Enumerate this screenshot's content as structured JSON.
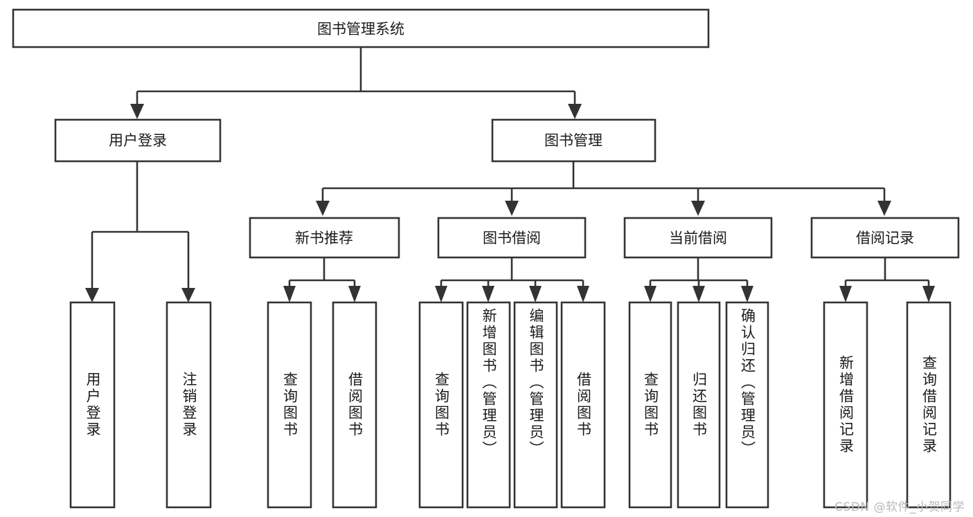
{
  "diagram": {
    "title": "图书管理系统",
    "type": "tree",
    "watermark": "CSDN @软件_小贺同学",
    "root": {
      "id": "root",
      "label": "图书管理系统",
      "orientation": "horizontal"
    },
    "level2": [
      {
        "id": "user-login",
        "label": "用户登录",
        "orientation": "horizontal"
      },
      {
        "id": "book-manage",
        "label": "图书管理",
        "orientation": "horizontal"
      }
    ],
    "level3": [
      {
        "id": "new-book-rec",
        "label": "新书推荐",
        "parent": "book-manage",
        "orientation": "horizontal"
      },
      {
        "id": "book-borrow",
        "label": "图书借阅",
        "parent": "book-manage",
        "orientation": "horizontal"
      },
      {
        "id": "current-borrow",
        "label": "当前借阅",
        "parent": "book-manage",
        "orientation": "horizontal"
      },
      {
        "id": "borrow-record",
        "label": "借阅记录",
        "parent": "book-manage",
        "orientation": "horizontal"
      }
    ],
    "leaves": [
      {
        "id": "leaf-user-login",
        "label": "用户登录",
        "parent": "user-login",
        "orientation": "vertical"
      },
      {
        "id": "leaf-user-logout",
        "label": "注销登录",
        "parent": "user-login",
        "orientation": "vertical"
      },
      {
        "id": "leaf-query-book-rec",
        "label": "查询图书",
        "parent": "new-book-rec",
        "orientation": "vertical"
      },
      {
        "id": "leaf-borrow-book-rec",
        "label": "借阅图书",
        "parent": "new-book-rec",
        "orientation": "vertical"
      },
      {
        "id": "leaf-query-book-borrow",
        "label": "查询图书",
        "parent": "book-borrow",
        "orientation": "vertical"
      },
      {
        "id": "leaf-add-book",
        "label": "新增图书（管理员）",
        "parent": "book-borrow",
        "orientation": "vertical"
      },
      {
        "id": "leaf-edit-book",
        "label": "编辑图书（管理员）",
        "parent": "book-borrow",
        "orientation": "vertical"
      },
      {
        "id": "leaf-borrow-book",
        "label": "借阅图书",
        "parent": "book-borrow",
        "orientation": "vertical"
      },
      {
        "id": "leaf-query-book-current",
        "label": "查询图书",
        "parent": "current-borrow",
        "orientation": "vertical"
      },
      {
        "id": "leaf-return-book",
        "label": "归还图书",
        "parent": "current-borrow",
        "orientation": "vertical"
      },
      {
        "id": "leaf-confirm-return",
        "label": "确认归还（管理员）",
        "parent": "current-borrow",
        "orientation": "vertical"
      },
      {
        "id": "leaf-add-record",
        "label": "新增借阅记录",
        "parent": "borrow-record",
        "orientation": "vertical"
      },
      {
        "id": "leaf-query-record",
        "label": "查询借阅记录",
        "parent": "borrow-record",
        "orientation": "vertical"
      }
    ],
    "colors": {
      "stroke": "#333333",
      "fill": "#ffffff",
      "text": "#1a1a1a",
      "watermark": "#b8b8b8"
    }
  }
}
